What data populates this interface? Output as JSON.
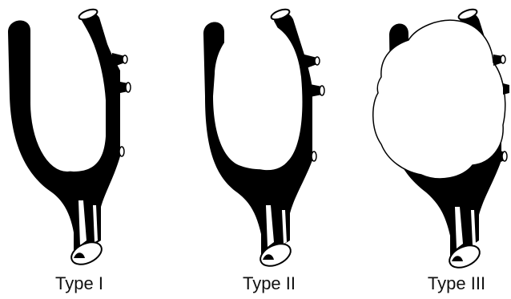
{
  "figure": {
    "panels": [
      {
        "label": "Type I",
        "bulge_size": "small"
      },
      {
        "label": "Type II",
        "bulge_size": "medium"
      },
      {
        "label": "Type III",
        "bulge_size": "large"
      }
    ]
  },
  "colors": {
    "vessel": "#000000",
    "cavity": "#ffffff",
    "background": "#ffffff",
    "text": "#111111"
  }
}
